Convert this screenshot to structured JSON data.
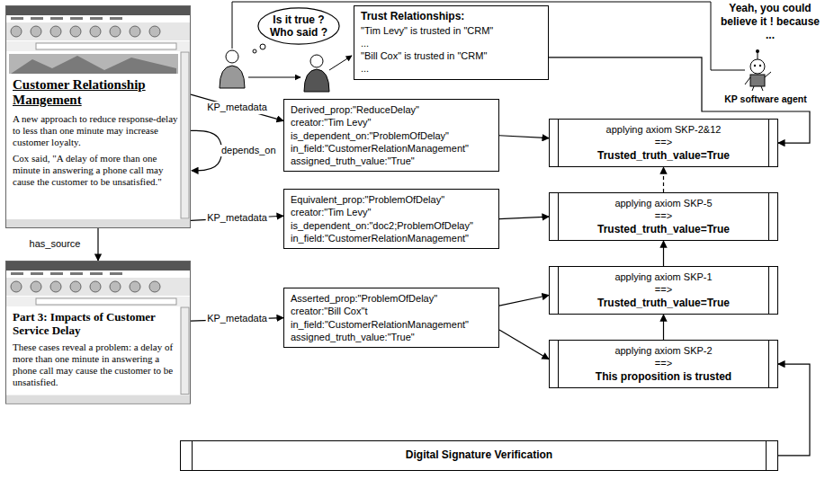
{
  "diagram": {
    "nodes": [
      {
        "text": [
          "Customer Relationship Mangement",
          "A new approach to reduce response-delay to less than one minute may increase customer loyalty.",
          "Cox said, \"A delay of more than one minute in answering a phone call may cause the customer to be unsatisfied.\""
        ]
      },
      {
        "text": [
          "Part 3: Impacts of Customer Service Delay",
          "These cases reveal a problem: a delay of more than one minute in answering a phone call may cause the customer to be unsatisfied."
        ]
      },
      {
        "text": [
          "Is it true ? Who said ?"
        ]
      },
      {
        "text": [
          "Trust Relationships:",
          "\"Tim Levy\" is trusted in \"CRM\"",
          "...",
          "\"Bill Cox\" is trusted in \"CRM\"",
          "..."
        ]
      },
      {
        "text": [
          "Derived_prop:\"ReduceDelay\"",
          "creator:\"Tim Levy\"",
          "is_dependent_on:\"ProblemOfDelay\"",
          "in_field:\"CustomerRelationManagement\"",
          "assigned_truth_value:\"True\""
        ]
      },
      {
        "text": [
          "Equivalent_prop:\"ProblemOfDelay\"",
          "creator:\"Tim Levy\"",
          "is_dependent_on:\"doc2;ProblemOfDelay\"",
          "in_field:\"CustomerRelationManagement\""
        ]
      },
      {
        "text": [
          "Asserted_prop:\"ProblemOfDelay\"",
          "creator:\"Bill Cox\"t",
          "in_field:\"CustomerRelationManagement\"",
          "assigned_truth_value:\"True\""
        ]
      },
      {
        "text": [
          "applying axiom SKP-2&12",
          "==>",
          "Trusted_truth_value=True"
        ]
      },
      {
        "text": [
          "applying axiom SKP-5",
          "==>",
          "Trusted_truth_value=True"
        ]
      },
      {
        "text": [
          "applying axiom SKP-1",
          "==>",
          "Trusted_truth_value=True"
        ]
      },
      {
        "text": [
          "applying axiom SKP-2",
          "==>",
          "This proposition is trusted"
        ]
      },
      {
        "text": [
          "Digital Signature Verification"
        ]
      }
    ],
    "edges": [
      {
        "from": 0,
        "to": 4,
        "arrow": "to",
        "label": "KP_metadata"
      },
      {
        "from": 0,
        "to": 5,
        "arrow": "to",
        "label": "KP_metadata"
      },
      {
        "from": 0,
        "to": 1,
        "arrow": "to",
        "label": "has_source"
      },
      {
        "from": 1,
        "to": 6,
        "arrow": "to",
        "label": "KP_metadata"
      },
      {
        "from": 4,
        "to": 7,
        "arrow": "to"
      },
      {
        "from": 5,
        "to": 8,
        "arrow": "to"
      },
      {
        "from": 6,
        "to": 9,
        "arrow": "to"
      },
      {
        "from": 6,
        "to": 10,
        "arrow": "to"
      },
      {
        "from": 10,
        "to": 9,
        "arrow": "to"
      },
      {
        "from": 9,
        "to": 8,
        "arrow": "to"
      },
      {
        "from": 8,
        "to": 7,
        "arrow": "to"
      },
      {
        "from": 3,
        "to": 7,
        "arrow": "to"
      },
      {
        "from": 11,
        "to": 10,
        "arrow": "to"
      }
    ],
    "labels": [
      "Yeah, you could believe it ! because ...",
      "KP software agent",
      "depends_on"
    ]
  }
}
